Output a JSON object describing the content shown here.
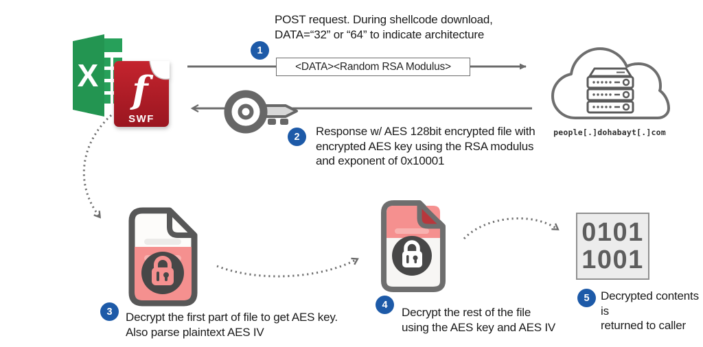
{
  "colors": {
    "badge_blue": "#1d5aa8",
    "arrow_gray": "#6b6b6b",
    "pink": "#f5908f",
    "excel_green": "#27a05a",
    "swf_red": "#c4242e"
  },
  "source": {
    "excel_letter": "X",
    "flash_letter": "f",
    "swf_label": "SWF"
  },
  "request": {
    "step": "1",
    "text": "POST request. During shellcode download,\nDATA=“32” or “64” to indicate architecture",
    "payload": "<DATA><Random RSA Modulus>"
  },
  "response": {
    "step": "2",
    "text": "Response w/ AES 128bit encrypted file with\nencrypted AES key using the RSA modulus\nand exponent of 0x10001"
  },
  "server": {
    "domain": "people[.]dohabayt[.]com"
  },
  "step3": {
    "step": "3",
    "text": "Decrypt the first part of file to get AES key.\nAlso parse plaintext AES IV"
  },
  "step4": {
    "step": "4",
    "text": "Decrypt the rest of the file\nusing the AES key and AES IV"
  },
  "step5": {
    "step": "5",
    "text": "Decrypted contents is\nreturned to caller"
  },
  "binary": {
    "line1": "0101",
    "line2": "1001"
  }
}
